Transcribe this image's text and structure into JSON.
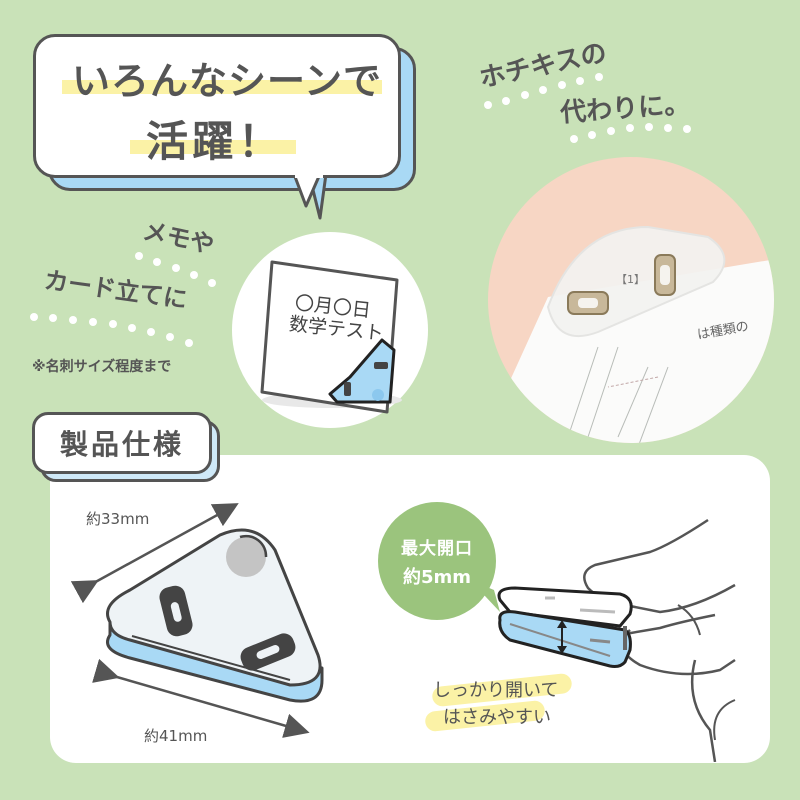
{
  "header_bubble": {
    "line1": "いろんなシーンで",
    "line2": "活躍！"
  },
  "scenes": {
    "stapler": {
      "line1": "ホチキスの",
      "line2": "代わりに。"
    },
    "memo": {
      "line1": "メモや",
      "line2": "カード立てに",
      "note": "※名刺サイズ程度まで",
      "memo_card": {
        "line1": "〇月〇日",
        "line2": "数学テスト"
      }
    },
    "photo": {
      "paper_text": "は種類の",
      "bracket_text": "【1】"
    }
  },
  "specs": {
    "title": "製品仕様",
    "dimension_width": "約33mm",
    "dimension_length": "約41mm",
    "max_opening_line1": "最大開口",
    "max_opening_line2": "約5mm",
    "easy_line1": "しっかり開いて",
    "easy_line2": "はさみやすい"
  },
  "colors": {
    "background": "#c9e2b8",
    "text": "#555555",
    "highlight": "#fbf2a6",
    "accent_blue": "#a9d9f5",
    "peach": "#f7d6c4",
    "green_bubble": "#9bc47d"
  }
}
